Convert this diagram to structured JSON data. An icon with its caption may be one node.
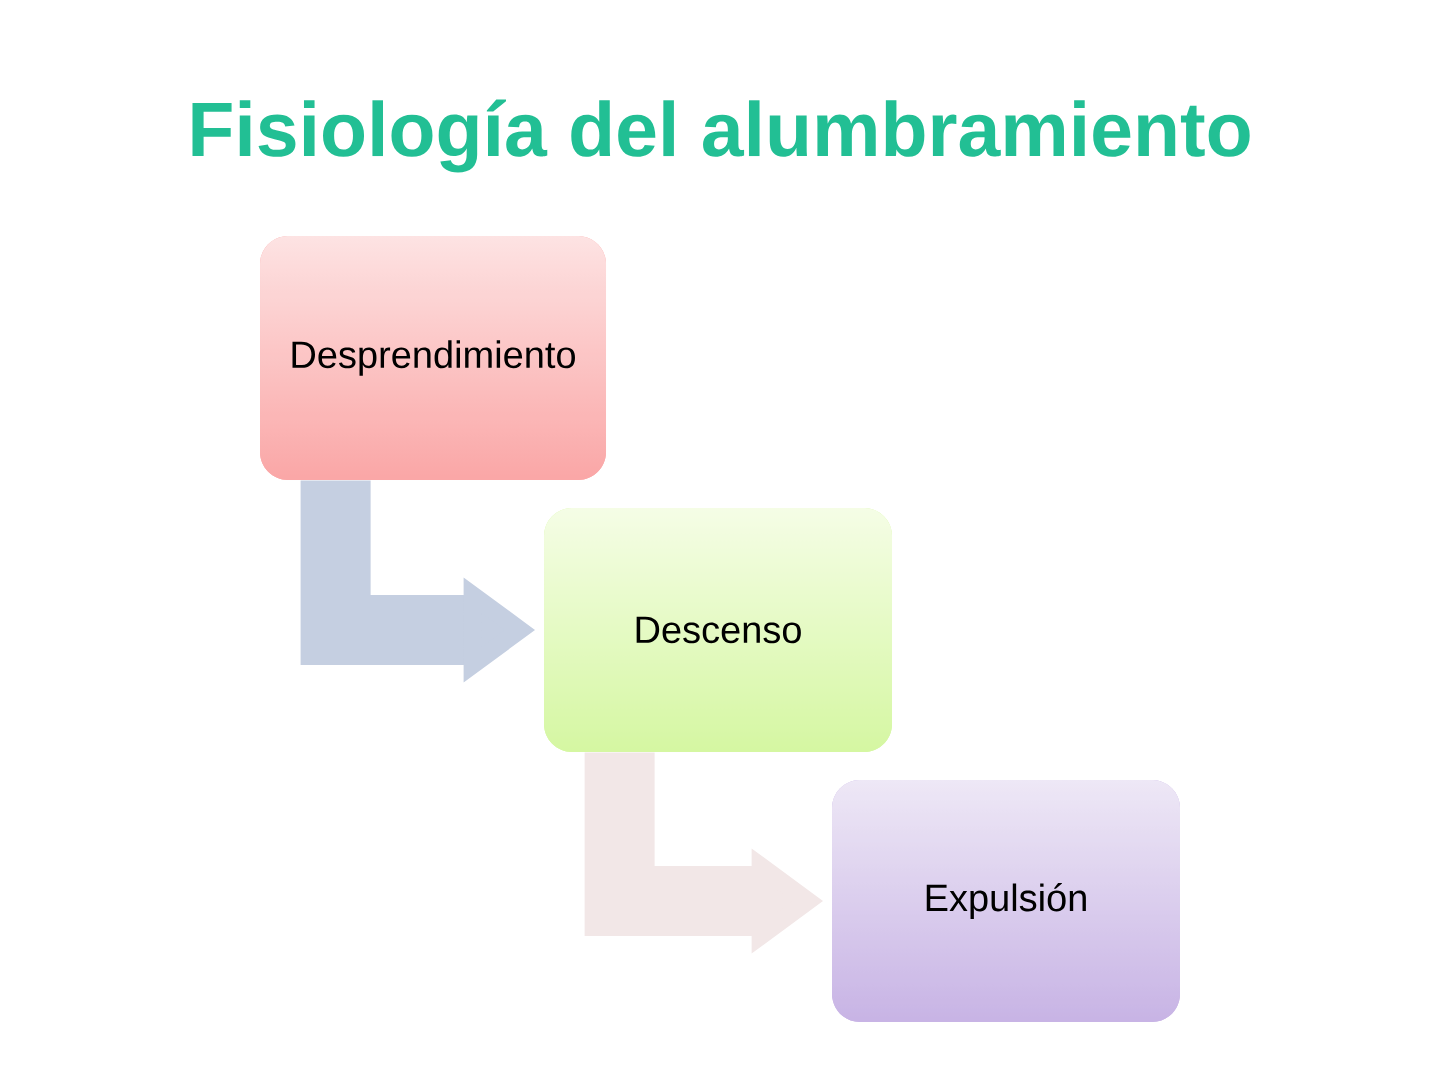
{
  "diagram": {
    "title": "Fisiología del alumbramiento",
    "nodes": [
      {
        "text": [
          "Desprendimiento"
        ]
      },
      {
        "text": [
          "Descenso"
        ]
      },
      {
        "text": [
          "Expulsión"
        ]
      }
    ],
    "edges": [
      {
        "from": 0,
        "to": 1,
        "arrow": "to",
        "color": "#c5cfe1"
      },
      {
        "from": 1,
        "to": 2,
        "arrow": "to",
        "color": "#f2e7e7"
      }
    ]
  }
}
